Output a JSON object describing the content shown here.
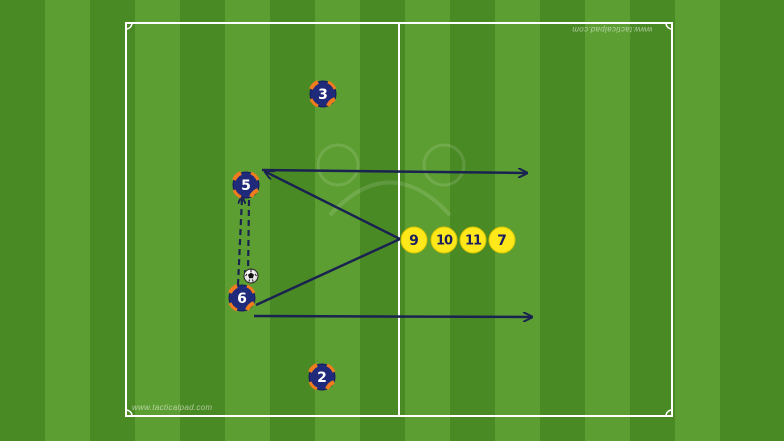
{
  "pitch": {
    "grass_light": "#5c9e32",
    "grass_dark": "#4a8a24",
    "line_color": "#ffffff",
    "watermark_top": "www.tacticalpad.com",
    "watermark_bottom": "www.tacticalpad.com"
  },
  "team_blue": {
    "fill": "#1f2a7a",
    "accent": "#f07c1e",
    "text_color": "#ffffff",
    "players": [
      {
        "id": "p3",
        "number": "3"
      },
      {
        "id": "p5",
        "number": "5"
      },
      {
        "id": "p6",
        "number": "6"
      },
      {
        "id": "p2",
        "number": "2"
      }
    ]
  },
  "team_yellow": {
    "fill": "#ffe81a",
    "text_color": "#1a1f5e",
    "players": [
      {
        "id": "y9",
        "number": "9"
      },
      {
        "id": "y10",
        "number": "10"
      },
      {
        "id": "y11",
        "number": "11"
      },
      {
        "id": "y7",
        "number": "7"
      }
    ]
  },
  "arrows": {
    "color": "#1a2350"
  }
}
